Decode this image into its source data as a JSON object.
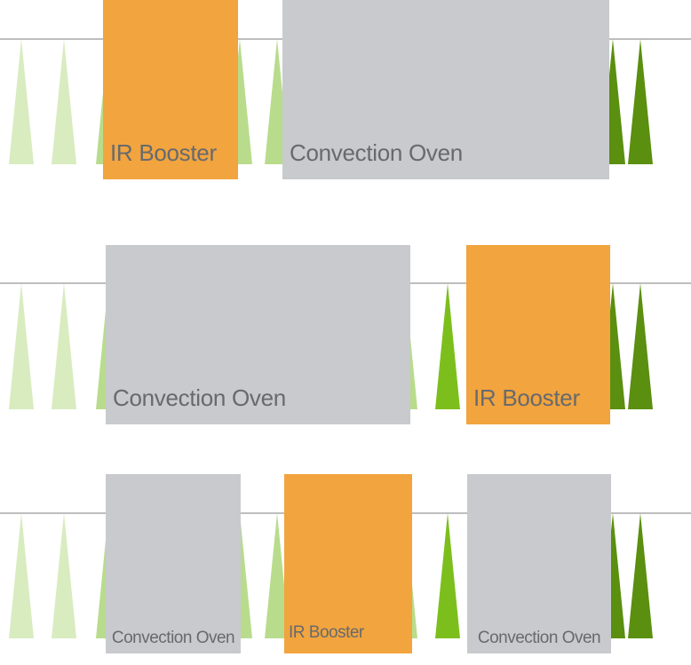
{
  "colors": {
    "ir_booster": "#f2a43e",
    "convection_oven": "#c8cacd",
    "label_text": "#666a6e",
    "rail_line": "#7d7d7d",
    "triangle_shades": [
      "#d8ecc0",
      "#b8dc8c",
      "#7cbf1c",
      "#5a8f0f"
    ]
  },
  "rows": [
    {
      "units": [
        {
          "kind": "ir_booster",
          "label": "IR Booster"
        },
        {
          "kind": "convection_oven",
          "label": "Convection Oven"
        }
      ]
    },
    {
      "units": [
        {
          "kind": "convection_oven",
          "label": "Convection Oven"
        },
        {
          "kind": "ir_booster",
          "label": "IR Booster"
        }
      ]
    },
    {
      "units": [
        {
          "kind": "convection_oven",
          "label": "Convection Oven"
        },
        {
          "kind": "ir_booster",
          "label": "IR Booster"
        },
        {
          "kind": "convection_oven",
          "label": "Convection Oven"
        }
      ]
    }
  ]
}
